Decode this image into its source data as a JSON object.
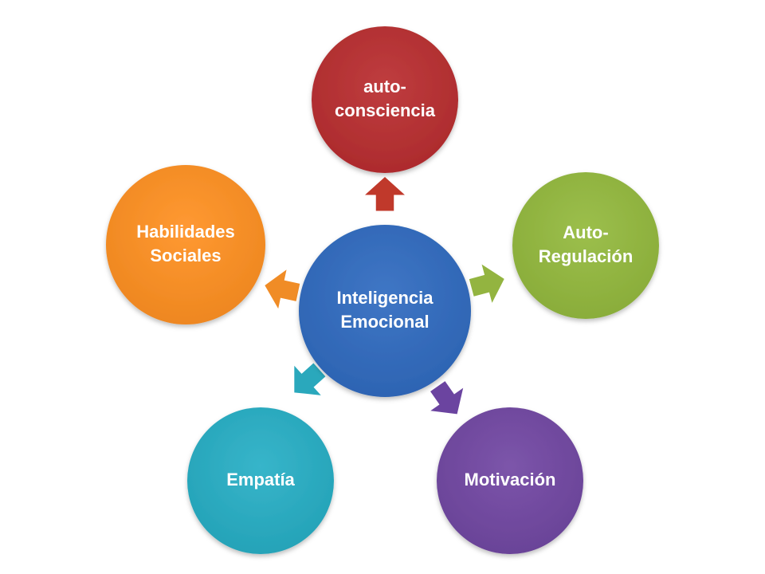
{
  "diagram": {
    "center": {
      "lines": [
        "Inteligencia",
        "Emocional"
      ],
      "color": "#2d64b3"
    },
    "nodes": [
      {
        "id": "auto-consciencia",
        "lines": [
          "auto-",
          "consciencia"
        ],
        "color": "#ad2b2d",
        "arrow_color": "#c0392b"
      },
      {
        "id": "auto-regulacion",
        "lines": [
          "Auto-",
          "Regulación"
        ],
        "color": "#8aad3a",
        "arrow_color": "#93b440"
      },
      {
        "id": "motivacion",
        "lines": [
          "Motivación"
        ],
        "color": "#6a4398",
        "arrow_color": "#6b44a0"
      },
      {
        "id": "empatia",
        "lines": [
          "Empatía"
        ],
        "color": "#25a3b8",
        "arrow_color": "#2aa8bc"
      },
      {
        "id": "habilidades-sociales",
        "lines": [
          "Habilidades",
          "Sociales"
        ],
        "color": "#ee8720",
        "arrow_color": "#f08c26"
      }
    ]
  }
}
